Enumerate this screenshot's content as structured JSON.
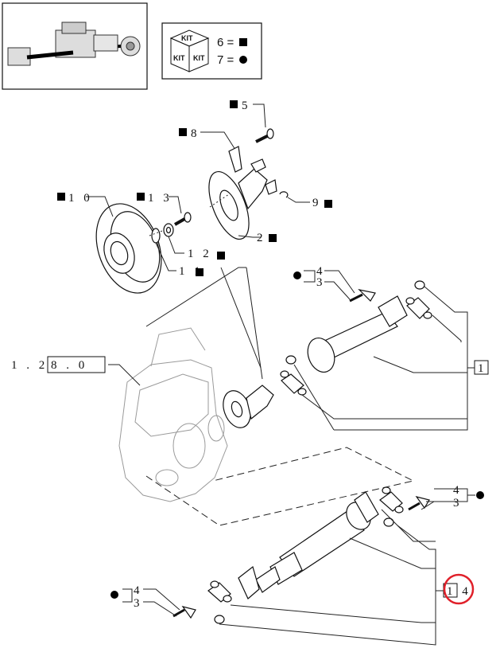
{
  "legend": {
    "kit_word": "KIT",
    "square_line": "6 =",
    "circle_line": "7 ="
  },
  "callouts": {
    "c1": "1",
    "c2": "2",
    "c3a": "3",
    "c3b": "3",
    "c3c": "3",
    "c4a": "4",
    "c4b": "4",
    "c4c": "4",
    "c5": "5",
    "c8": "8",
    "c9": "9",
    "c10": "1 0",
    "c11": "1 1",
    "c12": "1 2",
    "c13": "1 3",
    "c14": "1 4",
    "ref_prefix": "1 . 2",
    "ref_box": "8 . 0"
  },
  "colors": {
    "ink": "#111111",
    "highlight": "#e0202a"
  }
}
